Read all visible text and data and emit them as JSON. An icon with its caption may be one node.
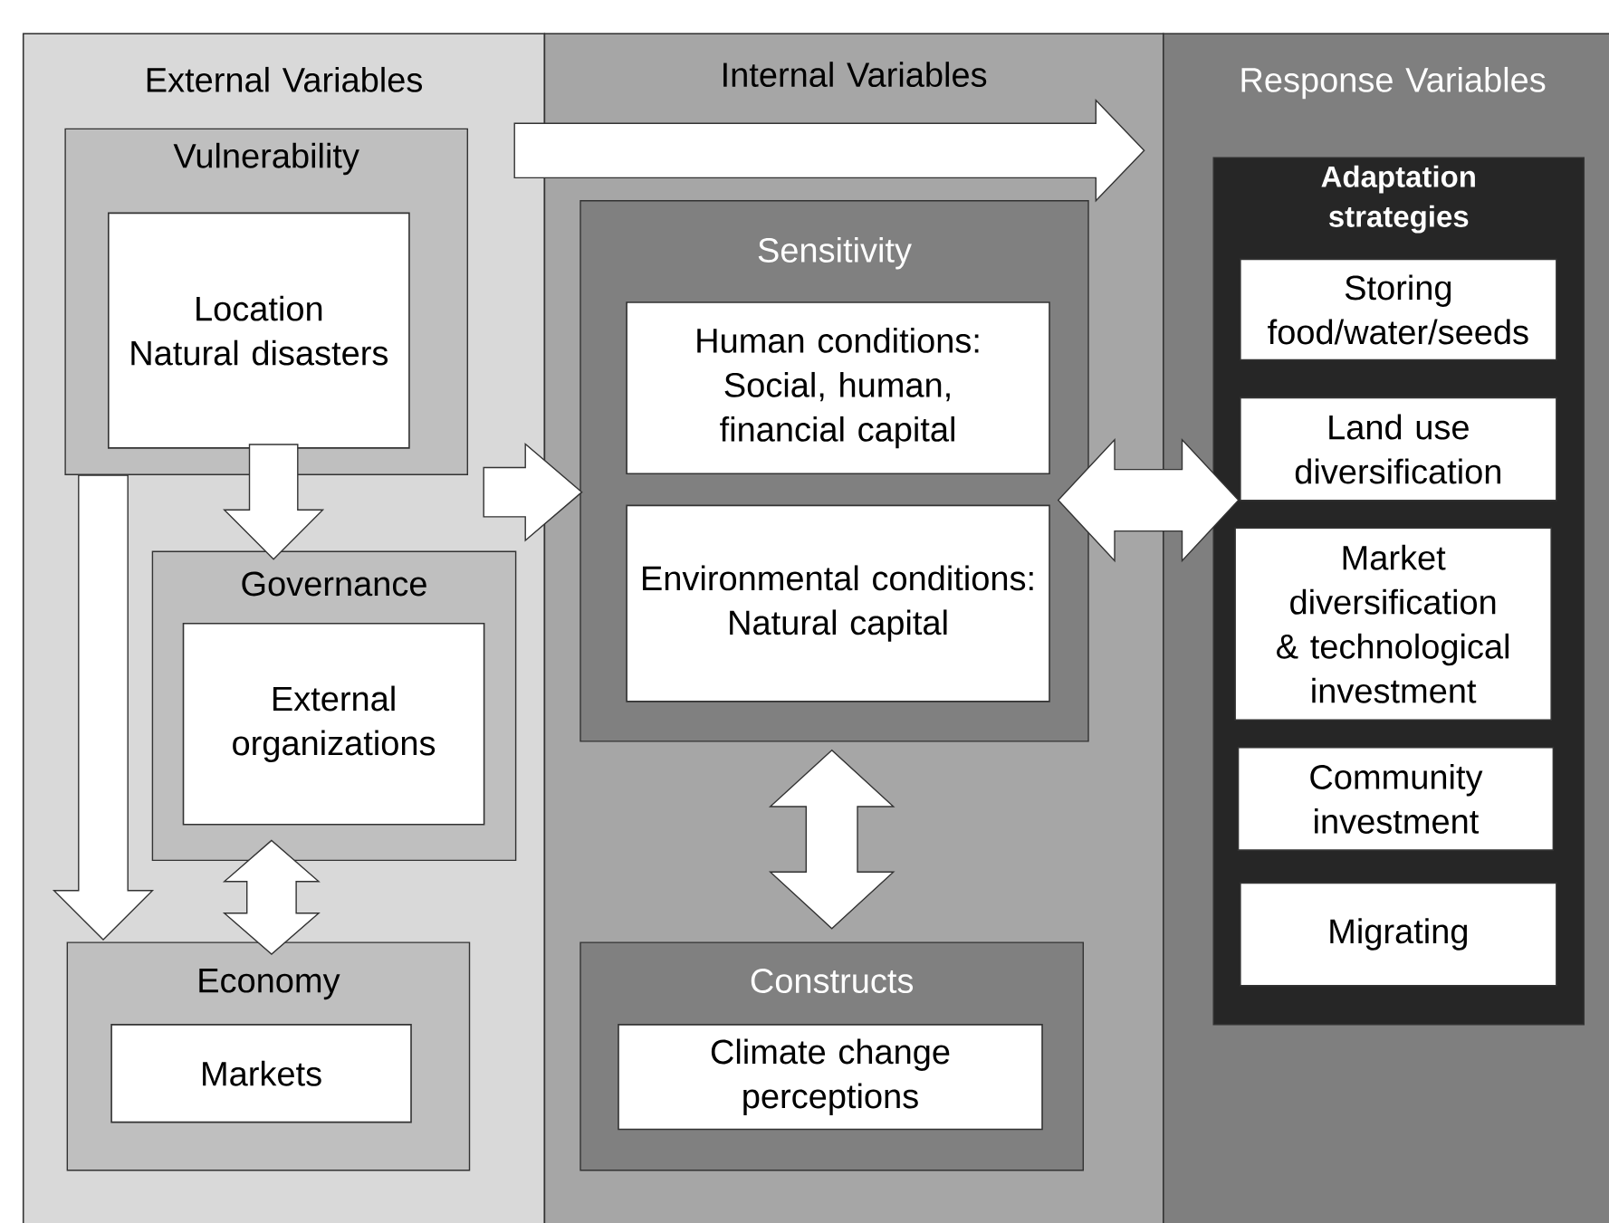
{
  "diagram": {
    "nodes": [
      {
        "text": [
          "External Variables"
        ]
      },
      {
        "text": [
          "Internal Variables"
        ]
      },
      {
        "text": [
          "Response Variables"
        ]
      },
      {
        "text": [
          "Vulnerability"
        ],
        "in": 0
      },
      {
        "text": [
          "Location",
          "Natural disasters"
        ],
        "in": 3
      },
      {
        "text": [
          "Governance"
        ],
        "in": 0
      },
      {
        "text": [
          "External organizations"
        ],
        "in": 5
      },
      {
        "text": [
          "Economy"
        ],
        "in": 0
      },
      {
        "text": [
          "Markets"
        ],
        "in": 7
      },
      {
        "text": [
          "Sensitivity"
        ],
        "in": 1
      },
      {
        "text": [
          "Human conditions:",
          "Social, human, financial capital"
        ],
        "in": 9
      },
      {
        "text": [
          "Environmental conditions:",
          "Natural capital"
        ],
        "in": 9
      },
      {
        "text": [
          "Constructs"
        ],
        "in": 1
      },
      {
        "text": [
          "Climate change perceptions"
        ],
        "in": 12
      },
      {
        "text": [
          "Adaptation strategies"
        ],
        "in": 2
      },
      {
        "text": [
          "Storing food/water/seeds"
        ],
        "in": 14
      },
      {
        "text": [
          "Land use diversification"
        ],
        "in": 14
      },
      {
        "text": [
          "Market diversification & technological investment"
        ],
        "in": 14
      },
      {
        "text": [
          "Community investment"
        ],
        "in": 14
      },
      {
        "text": [
          "Migrating"
        ],
        "in": 14
      }
    ],
    "edges": [
      {
        "from": 0,
        "to": 2,
        "arrow": "to"
      },
      {
        "from": 3,
        "to": 5,
        "arrow": "to"
      },
      {
        "from": 3,
        "to": 7,
        "arrow": "to"
      },
      {
        "from": 0,
        "to": 9,
        "arrow": "to"
      },
      {
        "from": 5,
        "to": 7,
        "arrow": "both"
      },
      {
        "from": 9,
        "to": 12,
        "arrow": "both"
      },
      {
        "from": 9,
        "to": 14,
        "arrow": "both"
      }
    ]
  }
}
